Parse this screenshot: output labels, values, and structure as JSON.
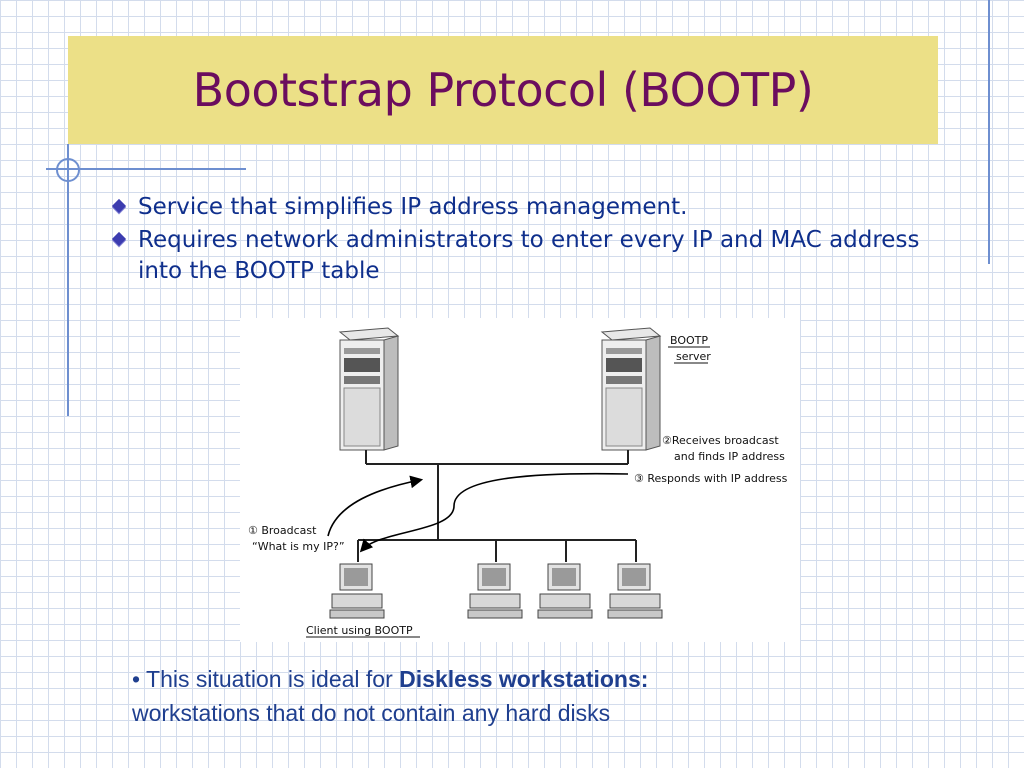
{
  "title": "Bootstrap Protocol (BOOTP)",
  "bullets": [
    "Service that simplifies IP address management.",
    "Requires network administrators to enter every IP and MAC address into the BOOTP table"
  ],
  "diagram": {
    "server_label_line1": "BOOTP",
    "server_label_line2": "server",
    "step2_line1": "②Receives broadcast",
    "step2_line2": "and finds IP address",
    "step3": "③ Responds with IP address",
    "step1_line1": "① Broadcast",
    "step1_line2": "“What is my IP?”",
    "client_label": "Client using BOOTP"
  },
  "note": {
    "bullet": "•",
    "prefix": " This situation is ideal for ",
    "bold": "Diskless workstations:",
    "rest": "workstations that do not contain any hard disks"
  },
  "colors": {
    "title_band": "#ece087",
    "title_text": "#6b0d5e",
    "body_text": "#0f2f8c",
    "grid": "#d3dcec"
  }
}
